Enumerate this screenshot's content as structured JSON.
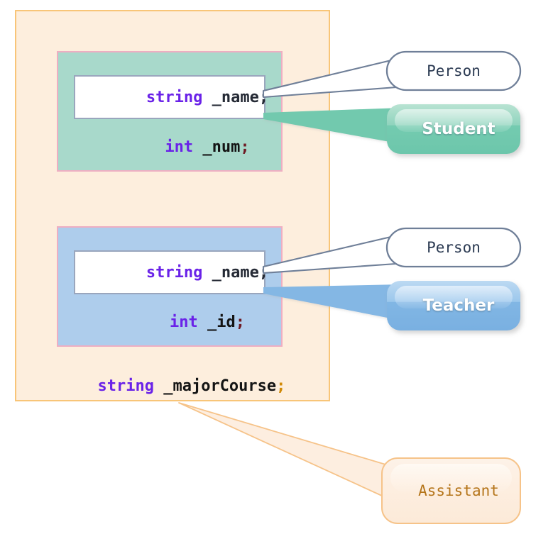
{
  "diagram": {
    "title": "class-inheritance-field-callouts",
    "colors": {
      "outer_fill": "#fdeedd",
      "outer_border": "#f8c578",
      "student_fill": "#a8d9cb",
      "teacher_fill": "#aecdec",
      "group_border": "#eeaec2",
      "white_field_fill": "#ffffff",
      "white_field_border": "#9aa6bd",
      "person_border": "#6f7f98",
      "student_badge": "#6fc9ad",
      "teacher_badge": "#7fb4e3",
      "assistant_fill": "#fdeee0",
      "assistant_border": "#f6c389",
      "keyword_purple": "#6a22e8",
      "identifier_black": "#141414",
      "semicolon_dark_red": "#6e1a24",
      "semicolon_gold": "#d18a08"
    },
    "groups": [
      {
        "name": "student-group",
        "fields": [
          {
            "name": "name-field-student",
            "keyword": "string",
            "identifier": " _name",
            "terminator": ";",
            "highlighted": true
          },
          {
            "name": "num-field-student",
            "keyword": "int",
            "identifier": " _num",
            "terminator": ";",
            "highlighted": false
          }
        ]
      },
      {
        "name": "teacher-group",
        "fields": [
          {
            "name": "name-field-teacher",
            "keyword": "string",
            "identifier": " _name",
            "terminator": ";",
            "highlighted": true
          },
          {
            "name": "id-field-teacher",
            "keyword": "int",
            "identifier": " _id",
            "terminator": ";",
            "highlighted": false
          }
        ]
      }
    ],
    "free_field": {
      "name": "major-course-field",
      "keyword": "string",
      "identifier": " _majorCourse",
      "terminator": ";"
    },
    "callouts": [
      {
        "name": "person-callout-student",
        "label": "Person",
        "style": "outline"
      },
      {
        "name": "student-callout",
        "label": "Student",
        "style": "filled-green"
      },
      {
        "name": "person-callout-teacher",
        "label": "Person",
        "style": "outline"
      },
      {
        "name": "teacher-callout",
        "label": "Teacher",
        "style": "filled-blue"
      },
      {
        "name": "assistant-callout",
        "label": "Assistant",
        "style": "filled-peach"
      }
    ]
  }
}
